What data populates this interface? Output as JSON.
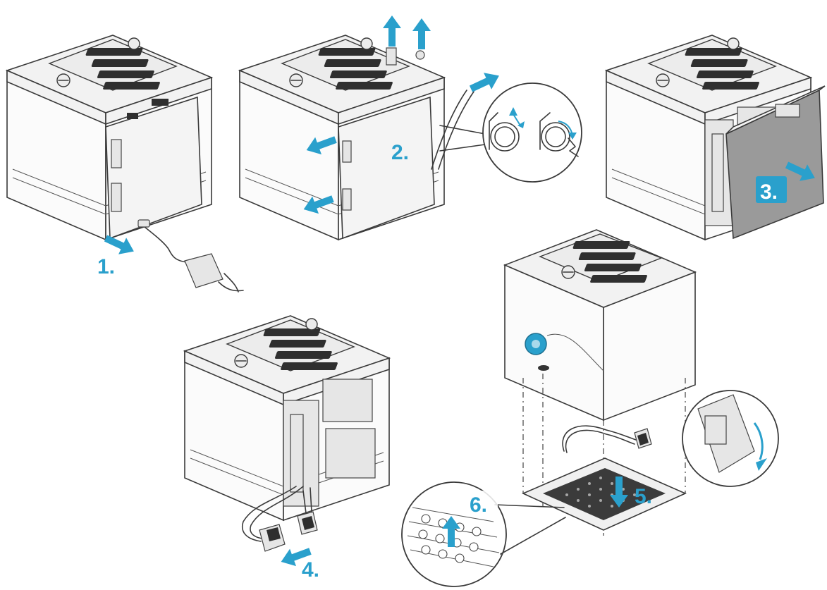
{
  "steps": [
    {
      "id": "1",
      "label": "1."
    },
    {
      "id": "2",
      "label": "2."
    },
    {
      "id": "3",
      "label": "3."
    },
    {
      "id": "4",
      "label": "4."
    },
    {
      "id": "5",
      "label": "5."
    },
    {
      "id": "6",
      "label": "6."
    }
  ],
  "colors": {
    "accent": "#2aa0cc",
    "line": "#3a3a3a",
    "vent": "#2f2f2f",
    "panel_dark": "#9a9a9a"
  },
  "icons": {
    "arrow": "arrow-icon",
    "hose-clip": "hose-clip-icon",
    "plug": "plug-icon",
    "suction-cup": "suction-cup-icon"
  }
}
